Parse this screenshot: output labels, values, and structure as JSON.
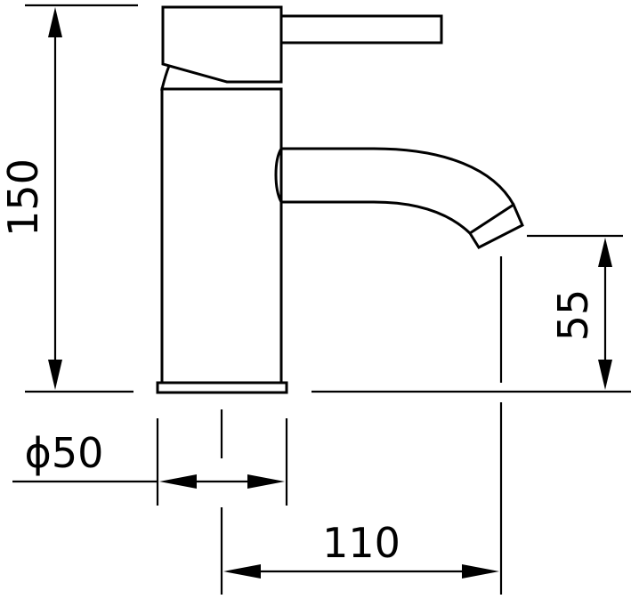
{
  "drawing": {
    "dimensions": {
      "height": "150",
      "spout_height": "55",
      "diameter": "ϕ50",
      "reach": "110"
    }
  }
}
